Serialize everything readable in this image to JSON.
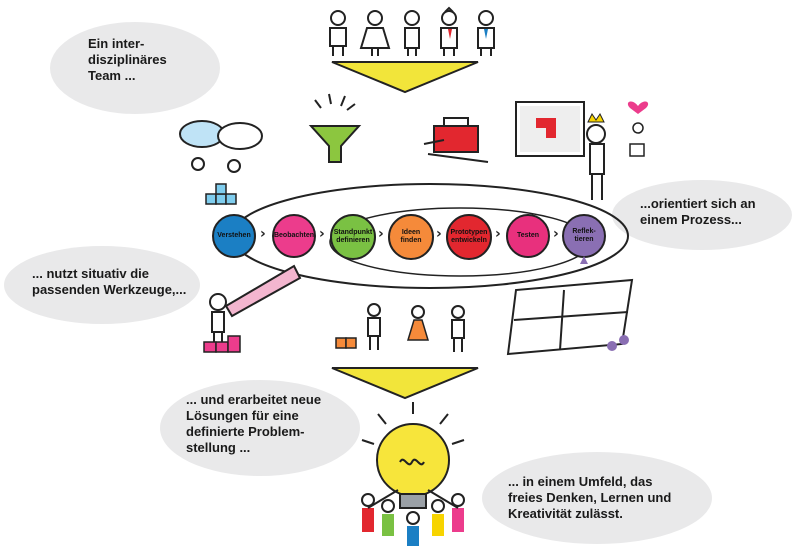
{
  "captions": {
    "team": "Ein inter-\ndisziplinäres\nTeam ...",
    "process": "...orientiert sich an\neinem Prozess...",
    "tools": "... nutzt situativ die\npassenden Werkzeuge,...",
    "solutions": "... und erarbeitet neue\nLösungen für eine\ndefinierte Problem-\nstellung ...",
    "environment": "... in einem Umfeld, das\nfreies Denken, Lernen und\nKreativität zulässt."
  },
  "process_steps": [
    {
      "label": "Verstehen",
      "color": "#1b7fc4"
    },
    {
      "label": "Beobachten",
      "color": "#ec3c8c"
    },
    {
      "label": "Standpunkt\ndefinieren",
      "color": "#7ac143"
    },
    {
      "label": "Ideen\nfinden",
      "color": "#f58a3a"
    },
    {
      "label": "Prototypen\nentwickeln",
      "color": "#e2272f"
    },
    {
      "label": "Testen",
      "color": "#e8307d"
    },
    {
      "label": "Reflek-\ntieren",
      "color": "#8a6fb3"
    }
  ],
  "colors": {
    "funnel_yellow": "#f2e53a",
    "bulb_yellow": "#f7e53b",
    "bubble_grey": "#e9e9ea",
    "ink": "#222222"
  }
}
